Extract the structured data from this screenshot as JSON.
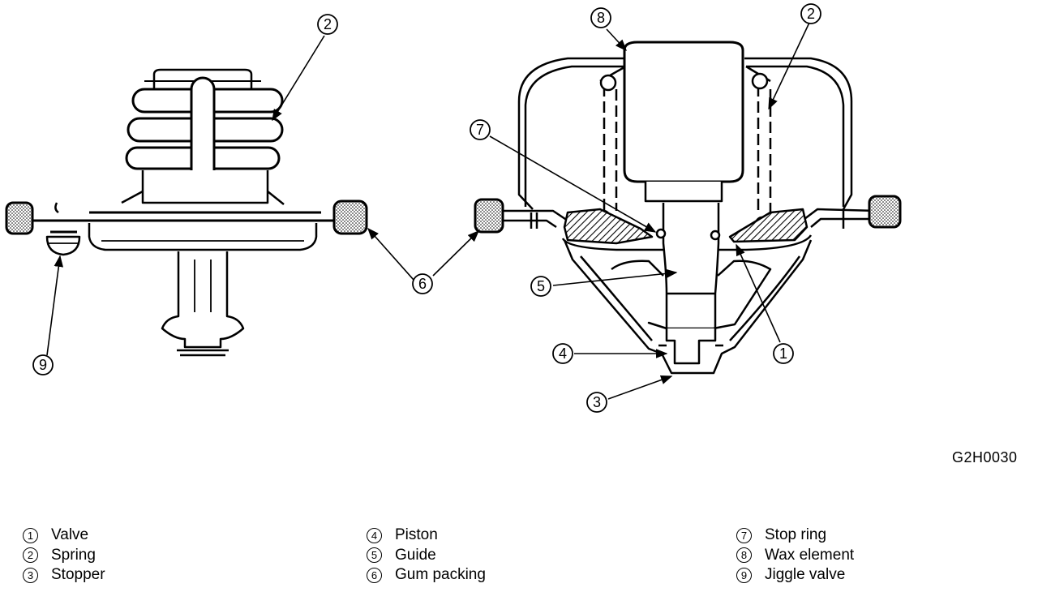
{
  "figure_code": "G2H0030",
  "callouts": {
    "left_spring": "2",
    "left_gum": "6",
    "left_jiggle": "9",
    "right_wax": "8",
    "right_spring": "2",
    "right_stop": "7",
    "right_guide": "5",
    "right_piston": "4",
    "right_stopper": "3",
    "right_valve": "1"
  },
  "legend": [
    {
      "num": "1",
      "label": "Valve"
    },
    {
      "num": "2",
      "label": "Spring"
    },
    {
      "num": "3",
      "label": "Stopper"
    },
    {
      "num": "4",
      "label": "Piston"
    },
    {
      "num": "5",
      "label": "Guide"
    },
    {
      "num": "6",
      "label": "Gum packing"
    },
    {
      "num": "7",
      "label": "Stop ring"
    },
    {
      "num": "8",
      "label": "Wax element"
    },
    {
      "num": "9",
      "label": "Jiggle valve"
    }
  ]
}
